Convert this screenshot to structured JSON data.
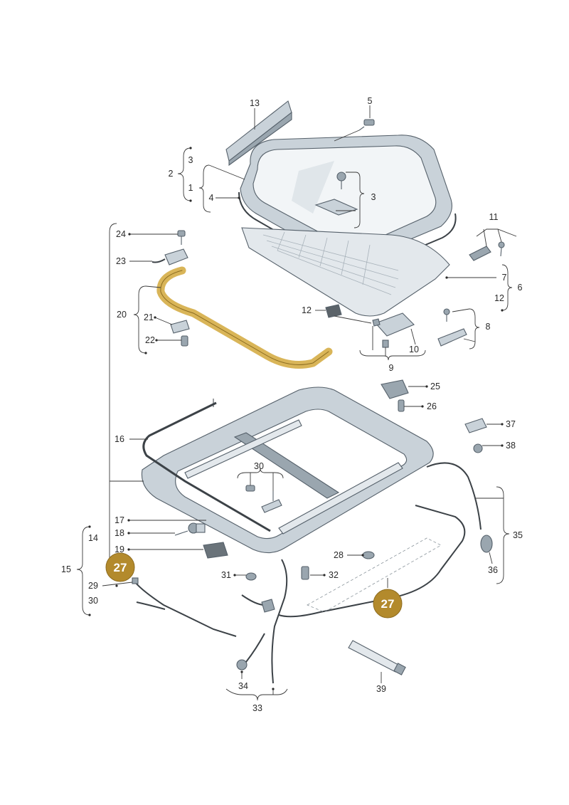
{
  "labels": {
    "p1": "1",
    "p2": "2",
    "p3a": "3",
    "p3b": "3",
    "p4": "4",
    "p5": "5",
    "p6": "6",
    "p7": "7",
    "p8": "8",
    "p9": "9",
    "p10": "10",
    "p11": "11",
    "p12a": "12",
    "p12b": "12",
    "p13": "13",
    "p14": "14",
    "p15": "15",
    "p16": "16",
    "p17": "17",
    "p18": "18",
    "p19": "19",
    "p20": "20",
    "p21": "21",
    "p22": "22",
    "p23": "23",
    "p24": "24",
    "p25": "25",
    "p26": "26",
    "p28": "28",
    "p29": "29",
    "p30a": "30",
    "p30b": "30",
    "p31": "31",
    "p32": "32",
    "p33": "33",
    "p34": "34",
    "p35": "35",
    "p36": "36",
    "p37": "37",
    "p38": "38",
    "p39": "39"
  },
  "badges": {
    "b1": "27",
    "b2": "27"
  },
  "colors": {
    "highlight": "#d9b558",
    "badge": "#b38a2c",
    "line": "#3a3a3a",
    "part_fill": "#c9d2d9"
  }
}
